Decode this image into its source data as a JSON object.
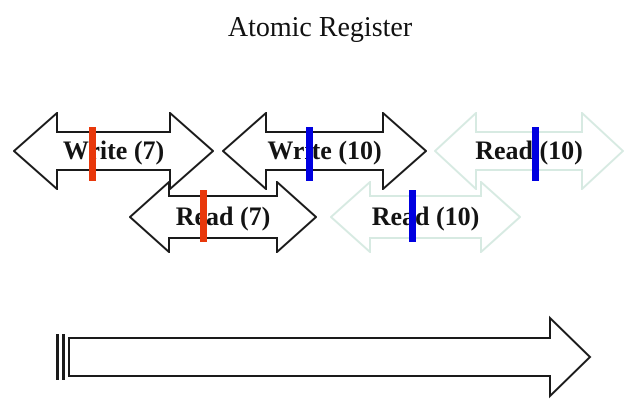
{
  "title": "Atomic Register",
  "colors": {
    "black_outline": "#1a1a1a",
    "pale_outline": "#d7eae2",
    "red_marker": "#e8380b",
    "blue_marker": "#0000e0",
    "fill": "#ffffff",
    "text": "#131313"
  },
  "operations": [
    {
      "label": "Write (7)",
      "outline": "black",
      "marker": "red"
    },
    {
      "label": "Write (10)",
      "outline": "black",
      "marker": "blue"
    },
    {
      "label": "Read (10)",
      "outline": "pale",
      "marker": "blue"
    },
    {
      "label": "Read (7)",
      "outline": "black",
      "marker": "red"
    },
    {
      "label": "Read (10)",
      "outline": "pale",
      "marker": "blue"
    }
  ],
  "timeline": {
    "description": "time axis arrow"
  }
}
